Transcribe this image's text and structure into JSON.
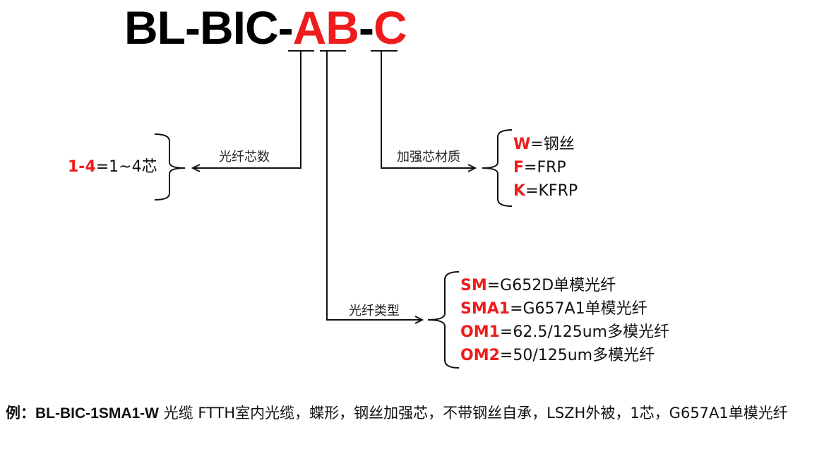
{
  "title": {
    "prefix": "BL-BIC-",
    "a": "A",
    "b": "B",
    "sep": "-",
    "c": "C"
  },
  "labels": {
    "fiber_count": "光纤芯数",
    "strength_member": "加强芯材质",
    "fiber_type": "光纤类型"
  },
  "fiber_count_option": {
    "code": "1-4",
    "text": "=1~4芯"
  },
  "strength_options": [
    {
      "code": "W",
      "text": "=钢丝"
    },
    {
      "code": "F",
      "text": "=FRP"
    },
    {
      "code": "K",
      "text": "=KFRP"
    }
  ],
  "fiber_type_options": [
    {
      "code": "SM",
      "text": "=G652D单模光纤"
    },
    {
      "code": "SMA1",
      "text": "=G657A1单模光纤"
    },
    {
      "code": "OM1",
      "text": "=62.5/125um多模光纤"
    },
    {
      "code": "OM2",
      "text": "=50/125um多模光纤"
    }
  ],
  "example": {
    "prefix": "例：",
    "model": "BL-BIC-1SMA1-W",
    "description": " 光缆 FTTH室内光缆，蝶形，钢丝加强芯，不带钢丝自承，LSZH外被，1芯，G657A1单模光纤"
  },
  "colors": {
    "code_red": "#ee1c1c",
    "text": "#111111"
  }
}
